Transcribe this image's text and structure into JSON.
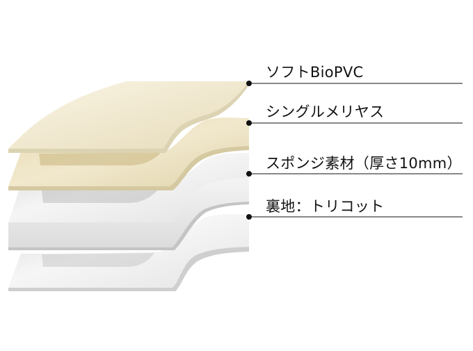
{
  "labels": {
    "layer1": "ソフトBioPVC",
    "layer2": "シングルメリヤス",
    "layer3": "スポンジ素材（厚さ10mm）",
    "layer4": "裏地：トリコット"
  },
  "colors": {
    "pvc_face": "#f1ead4",
    "pvc_edge": "#d8cfaa",
    "knit_face": "#eee4c6",
    "knit_edge": "#cfc39a",
    "sponge_face": "#f2f2f2",
    "sponge_edge": "#c9c9c9",
    "tricot_face": "#f3f3f3",
    "tricot_edge": "#cacaca",
    "leader": "#111111"
  }
}
